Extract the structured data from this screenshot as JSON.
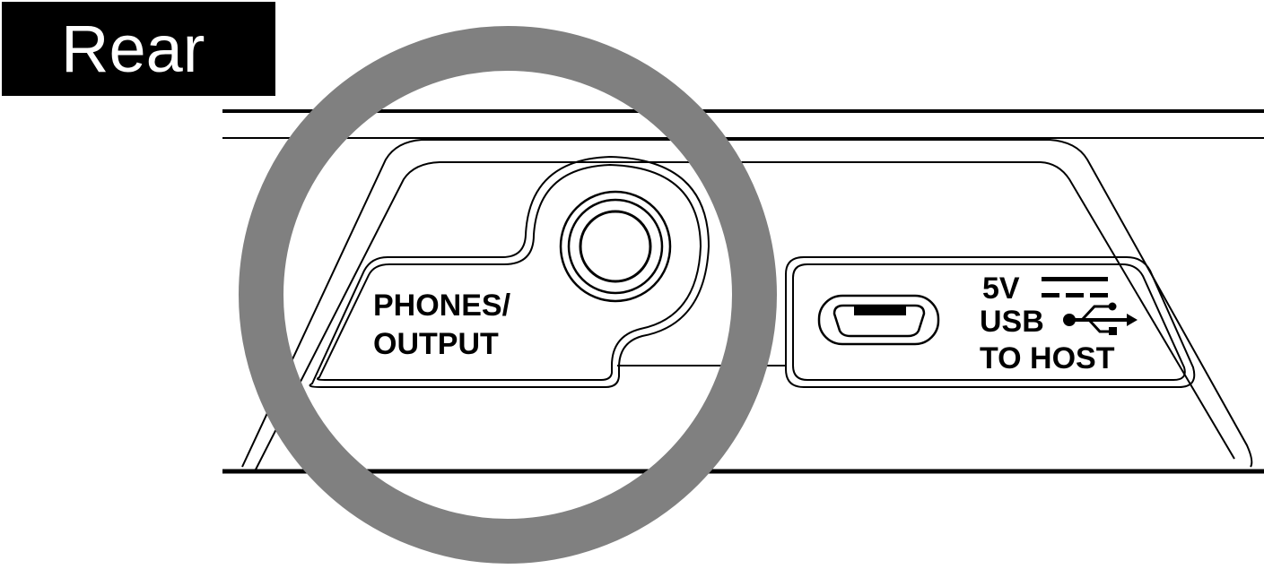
{
  "heading": {
    "label": "Rear"
  },
  "panel": {
    "phones_output": {
      "line1": "PHONES/",
      "line2": "OUTPUT"
    },
    "usb": {
      "voltage": "5V",
      "line1": "USB",
      "line2": "TO HOST"
    }
  },
  "highlight": {
    "shape": "circle",
    "color": "#808080"
  },
  "icons": [
    "headphone-jack-icon",
    "micro-usb-port-icon",
    "dc-symbol-icon",
    "usb-symbol-icon"
  ]
}
